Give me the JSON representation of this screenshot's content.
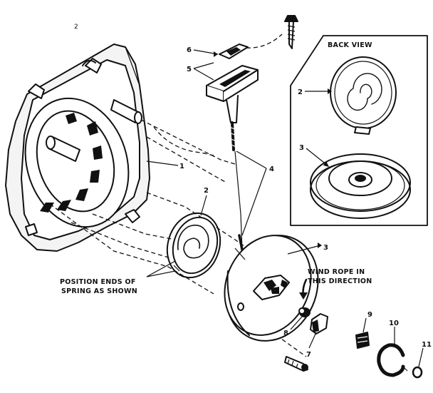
{
  "diagram": {
    "corner_mark": "2",
    "back_view_title": "BACK VIEW",
    "callouts": {
      "part1": "1",
      "part2": "2",
      "part2_back": "2",
      "part3": "3",
      "part3_back": "3",
      "part4": "4",
      "part5": "5",
      "part6": "6",
      "part7": "7",
      "part8": "8",
      "part9": "9",
      "part10": "10",
      "part11": "11"
    },
    "notes": {
      "spring_line1": "POSITION ENDS OF",
      "spring_line2": "SPRING AS SHOWN",
      "rope_line1": "WIND ROPE IN",
      "rope_line2": "THIS DIRECTION"
    }
  }
}
